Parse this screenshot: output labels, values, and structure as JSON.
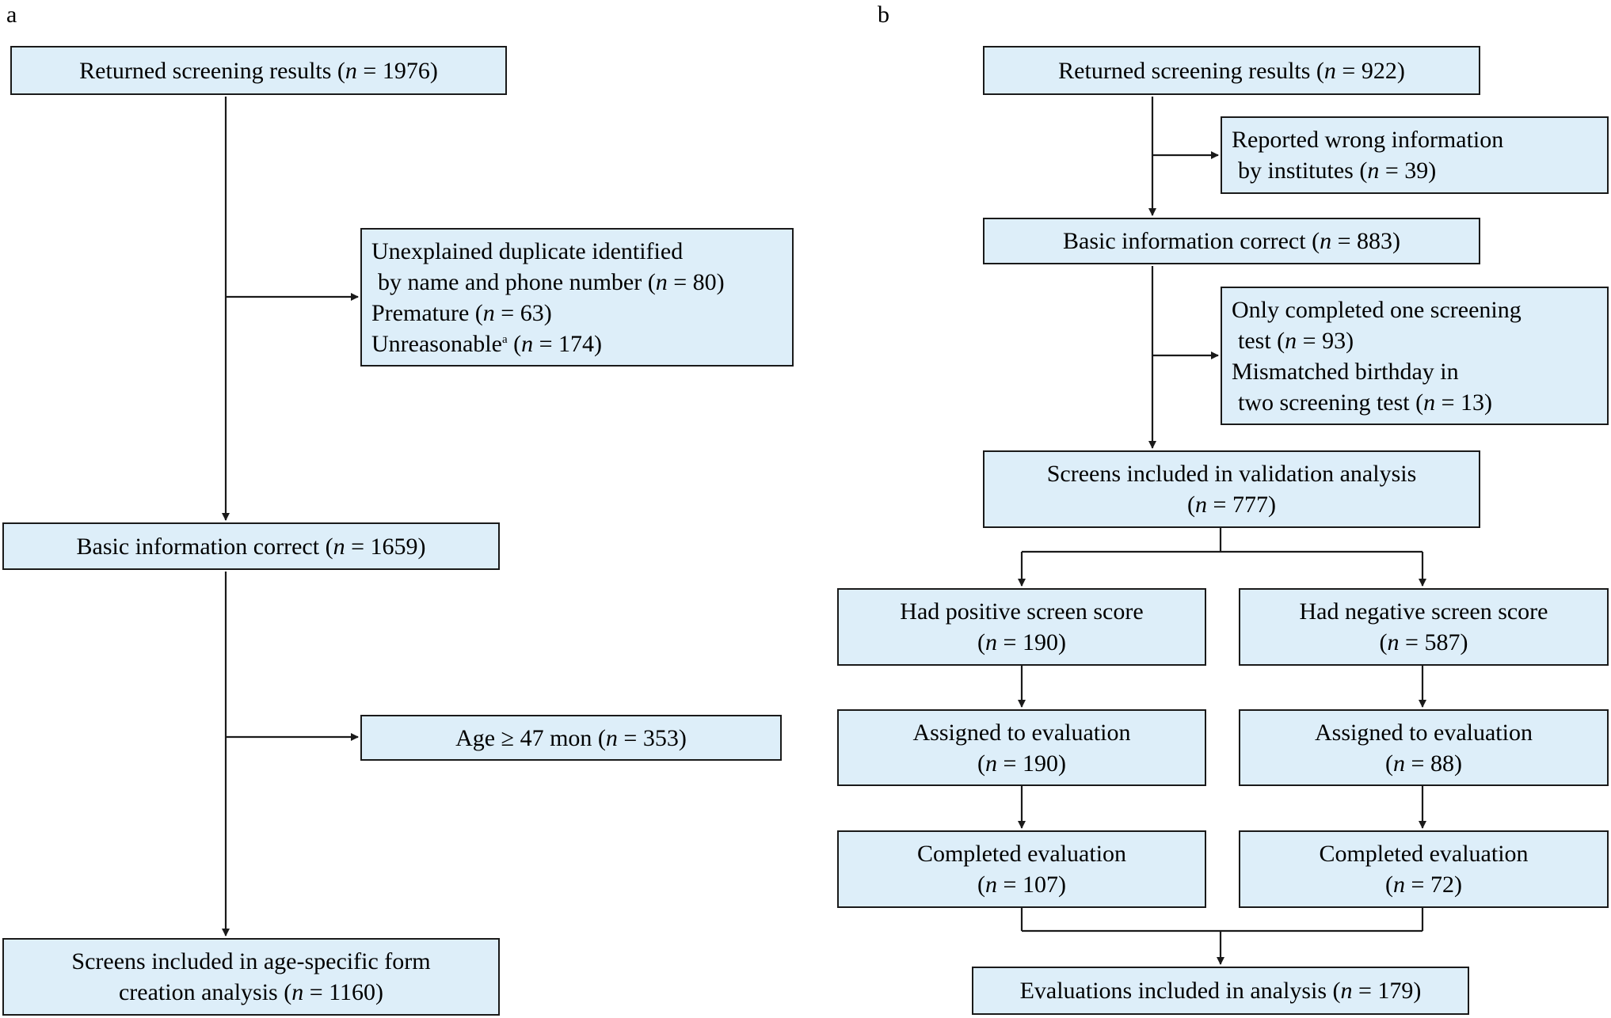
{
  "panel_a": {
    "label": "a",
    "returned": {
      "text": "Returned screening results (",
      "n": "n",
      "rest": " = 1976)"
    },
    "excl1": {
      "line1": "Unexplained duplicate identified",
      "line2_text": "by name and phone number (",
      "line2_n": "n",
      "line2_rest": " = 80)",
      "line3_text": "Premature (",
      "line3_n": "n",
      "line3_rest": " = 63)",
      "line4_text": "Unreasonable",
      "line4_sup": "a",
      "line4_mid": " (",
      "line4_n": "n",
      "line4_rest": " = 174)"
    },
    "basic": {
      "text": "Basic information correct (",
      "n": "n",
      "rest": " = 1659)"
    },
    "excl2": {
      "text": "Age ≥ 47 mon (",
      "n": "n",
      "rest": " = 353)"
    },
    "final": {
      "line1": "Screens included in age-specific form",
      "line2_text": "creation analysis (",
      "line2_n": "n",
      "line2_rest": " = 1160)"
    }
  },
  "panel_b": {
    "label": "b",
    "returned": {
      "text": "Returned screening results (",
      "n": "n",
      "rest": " = 922)"
    },
    "wrong": {
      "line1": "Reported wrong information",
      "line2_text": "by institutes (",
      "line2_n": "n",
      "line2_rest": " = 39)"
    },
    "basic": {
      "text": "Basic information correct (",
      "n": "n",
      "rest": " = 883)"
    },
    "excl": {
      "line1": "Only completed one screening",
      "line2_text": "test (",
      "line2_n": "n",
      "line2_rest": " = 93)",
      "line3": "Mismatched birthday in",
      "line4_text": "two screening test (",
      "line4_n": "n",
      "line4_rest": " = 13)"
    },
    "validation": {
      "line1": "Screens included in validation analysis",
      "line2_open": "(",
      "line2_n": "n",
      "line2_rest": " = 777)"
    },
    "positive": {
      "line1": "Had positive screen score",
      "line2_open": "(",
      "line2_n": "n",
      "line2_rest": " = 190)"
    },
    "negative": {
      "line1": "Had negative screen score",
      "line2_open": "(",
      "line2_n": "n",
      "line2_rest": " = 587)"
    },
    "assigned_pos": {
      "line1": "Assigned to evaluation",
      "line2_open": "(",
      "line2_n": "n",
      "line2_rest": " = 190)"
    },
    "assigned_neg": {
      "line1": "Assigned to evaluation",
      "line2_open": "(",
      "line2_n": "n",
      "line2_rest": " = 88)"
    },
    "completed_pos": {
      "line1": "Completed evaluation",
      "line2_open": "(",
      "line2_n": "n",
      "line2_rest": " = 107)"
    },
    "completed_neg": {
      "line1": "Completed evaluation",
      "line2_open": "(",
      "line2_n": "n",
      "line2_rest": " = 72)"
    },
    "final": {
      "text": "Evaluations included in analysis (",
      "n": "n",
      "rest": " = 179)"
    }
  },
  "colors": {
    "box_fill": "#ddeef9",
    "stroke": "#1a1a1a"
  }
}
